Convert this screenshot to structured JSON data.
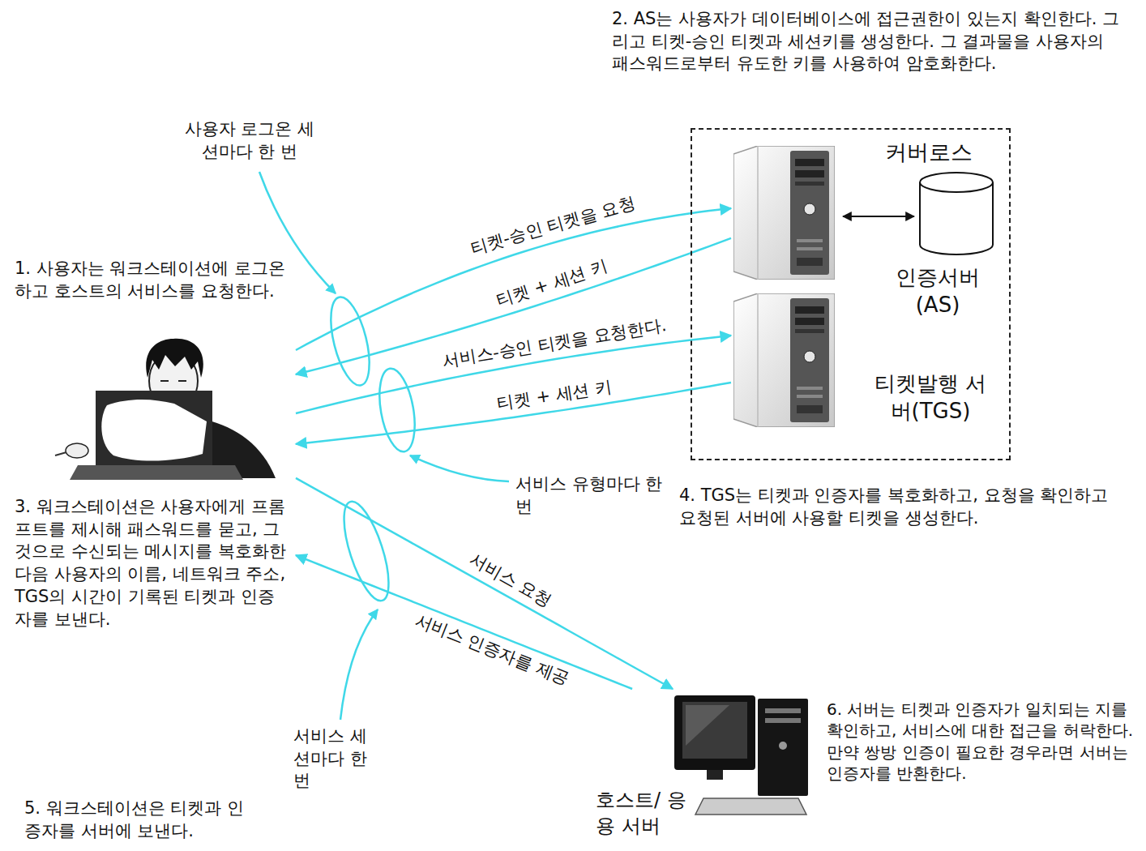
{
  "diagram": {
    "nodes": [
      {
        "text": [
          "커버로스"
        ]
      },
      {
        "text": [
          "인증서버 (AS)"
        ],
        "in": 0
      },
      {
        "text": [
          "티켓발행 서버(TGS)"
        ],
        "in": 0
      },
      {
        "text": [
          "1. 사용자는 워크스테이션에 로그온하고 호스트의 서비스를 요청한다."
        ]
      },
      {
        "text": [
          "호스트/ 응용 서버"
        ]
      }
    ],
    "edges": [
      {
        "from": 3,
        "to": 1,
        "label": "티켓-승인 티켓을 요청",
        "arrow": "to"
      },
      {
        "from": 1,
        "to": 3,
        "label": "티켓 + 세션 키",
        "arrow": "to"
      },
      {
        "from": 3,
        "to": 2,
        "label": "서비스-승인 티켓을 요청한다.",
        "arrow": "to"
      },
      {
        "from": 2,
        "to": 3,
        "label": "티켓 + 세션 키",
        "arrow": "to"
      },
      {
        "from": 3,
        "to": 4,
        "label": "서비스 요청",
        "arrow": "to"
      },
      {
        "from": 4,
        "to": 3,
        "label": "서비스 인증자를 제공",
        "arrow": "to"
      }
    ],
    "labels": [
      "2. AS는 사용자가 데이터베이스에 접근권한이 있는지 확인한다. 그리고 티켓-승인 티켓과 세션키를 생성한다. 그 결과물을 사용자의 패스워드로부터 유도한 키를 사용하여 암호화한다.",
      "사용자 로그온 세션마다 한 번",
      "3. 워크스테이션은 사용자에게 프롬프트를 제시해 패스워드를 묻고, 그것으로 수신되는 메시지를 복호화한 다음 사용자의 이름, 네트워크 주소, TGS의 시간이 기록된 티켓과 인증자를 보낸다.",
      "서비스 유형마다 한 번",
      "4. TGS는 티켓과 인증자를 복호화하고, 요청을 확인하고 요청된 서버에 사용할 티켓을 생성한다.",
      "서비스 세션마다 한 번",
      "6. 서버는 티켓과 인증자가 일치되는 지를 확인하고, 서비스에 대한 접근을 허락한다. 만약 쌍방 인증이 필요한 경우라면 서버는 인증자를 반환한다.",
      "5. 워크스테이션은 티켓과 인증자를 서버에 보낸다."
    ]
  }
}
